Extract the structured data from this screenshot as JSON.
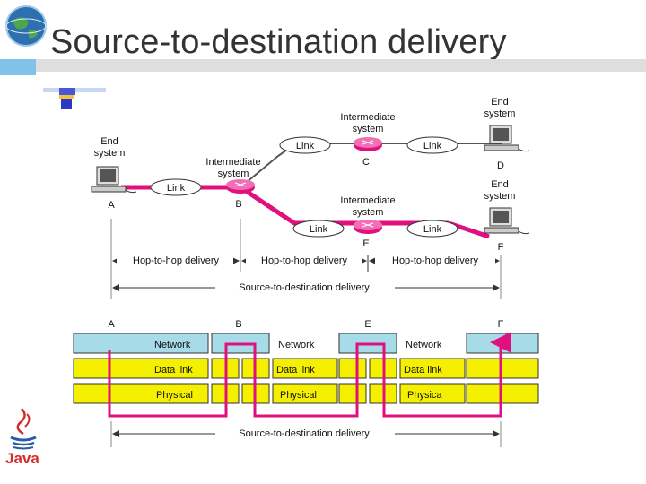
{
  "slide": {
    "title": "Source-to-destination delivery",
    "accent_blue": "#7fc4e8",
    "band_gray": "#dedede",
    "java_logo_text": "Java"
  },
  "diagram": {
    "link_label": "Link",
    "end_system": [
      "End",
      "system"
    ],
    "intermediate_system": [
      "Intermediate",
      "system"
    ],
    "nodes": {
      "a": "A",
      "b": "B",
      "c": "C",
      "d": "D",
      "e": "E",
      "f": "F"
    },
    "hop_label": "Hop-to-hop delivery",
    "s2d_label": "Source-to-destination delivery",
    "layers": {
      "network": "Network",
      "datalink": "Data link",
      "physical": "Physical",
      "physical_f": "Physica"
    },
    "colors": {
      "path": "#e0107e",
      "network": "#a8dbe8",
      "datalink": "#f5ef00"
    }
  }
}
